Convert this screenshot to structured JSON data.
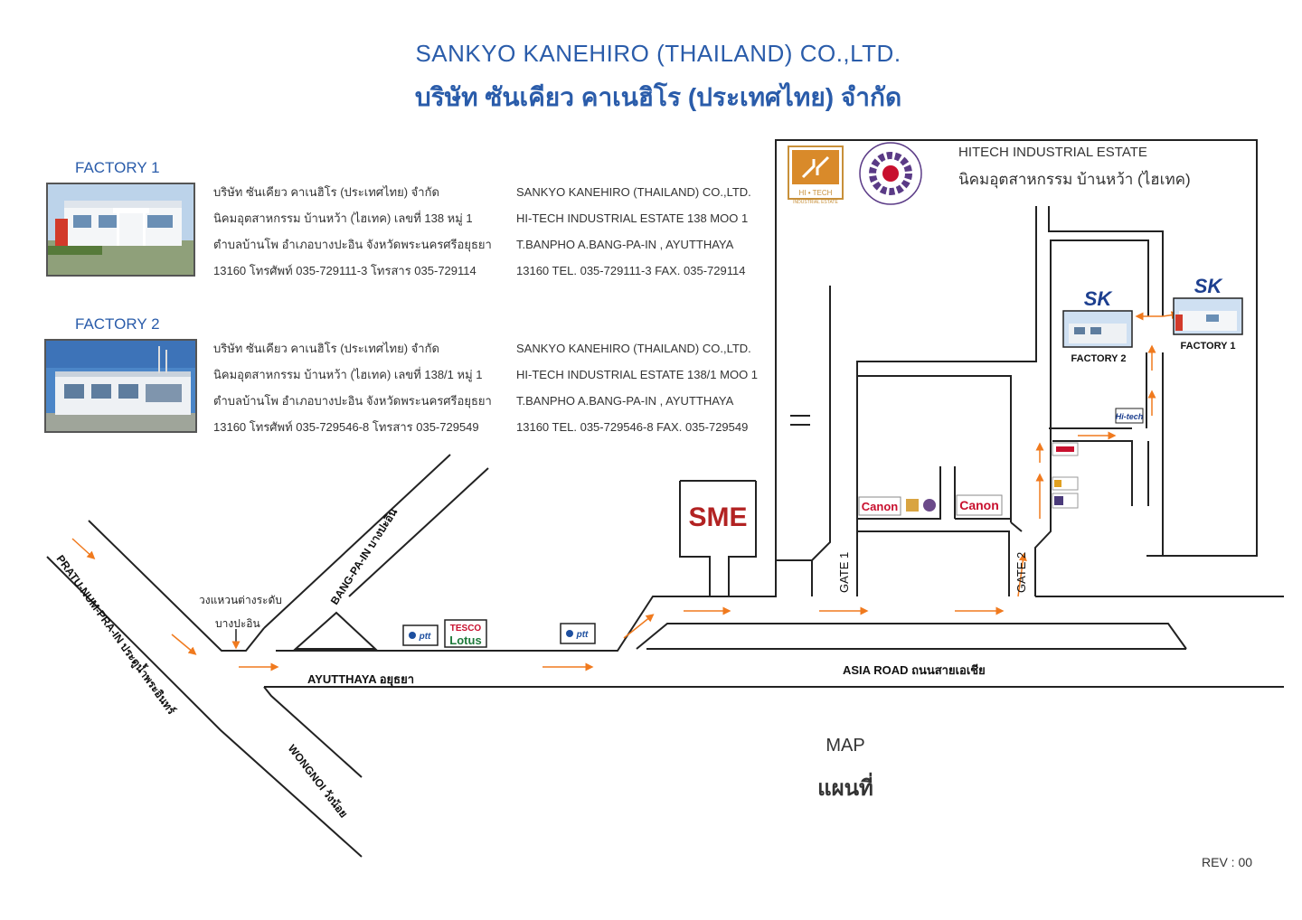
{
  "header": {
    "title_en": "SANKYO KANEHIRO (THAILAND) CO.,LTD.",
    "title_th": "บริษัท ซันเคียว คาเนฮิโร (ประเทศไทย) จำกัด"
  },
  "factory1": {
    "heading": "FACTORY 1",
    "th_lines": [
      "บริษัท ซันเคียว คาเนฮิโร (ประเทศไทย) จำกัด",
      "นิคมอุตสาหกรรม บ้านหว้า (ไฮเทค)    เลขที่  138  หมู่ 1",
      "ตำบลบ้านโพ  อำเภอบางปะอิน  จังหวัดพระนครศรีอยุธยา",
      "13160  โทรศัพท์ 035-729111-3  โทรสาร 035-729114"
    ],
    "en_lines": [
      "SANKYO KANEHIRO (THAILAND) CO.,LTD.",
      "HI-TECH INDUSTRIAL ESTATE  138  MOO 1",
      "T.BANPHO  A.BANG-PA-IN , AYUTTHAYA",
      "13160  TEL. 035-729111-3  FAX. 035-729114"
    ]
  },
  "factory2": {
    "heading": "FACTORY 2",
    "th_lines": [
      "บริษัท ซันเคียว คาเนฮิโร (ประเทศไทย) จำกัด",
      "นิคมอุตสาหกรรม บ้านหว้า (ไฮเทค)    เลขที่  138/1  หมู่ 1",
      "ตำบลบ้านโพ  อำเภอบางปะอิน  จังหวัดพระนครศรีอยุธยา",
      "13160  โทรศัพท์ 035-729546-8  โทรสาร 035-729549"
    ],
    "en_lines": [
      "SANKYO KANEHIRO (THAILAND) CO.,LTD.",
      "HI-TECH INDUSTRIAL ESTATE  138/1  MOO 1",
      "T.BANPHO  A.BANG-PA-IN , AYUTTHAYA",
      "13160  TEL. 035-729546-8  FAX. 035-729549"
    ]
  },
  "estate": {
    "name_en": "HITECH INDUSTRIAL ESTATE",
    "name_th": "นิคมอุตสาหกรรม บ้านหว้า (ไฮเทค)",
    "logo_text": "HI • TECH",
    "logo_sub": "INDUSTRIAL ESTATE"
  },
  "map": {
    "roads": {
      "asia_road": "ASIA ROAD  ถนนสายเอเชีย",
      "ayutthaya": "AYUTTHAYA  อยุธยา",
      "bang_pa_in": "BANG-PA-IN  บางปะอิน",
      "pratu_num": "PRATU-NUM-PRA-IN  ประตูน้ำพระอินทร์",
      "wongnoi": "WONGNOI  วังน้อย",
      "interchange_line1": "วงแหวนต่างระดับ",
      "interchange_line2": "บางปะอิน"
    },
    "gates": {
      "gate1": "GATE 1",
      "gate2": "GATE 2"
    },
    "landmarks": {
      "sme": "SME",
      "canon": "Canon",
      "ptt": "ptt",
      "tesco_line1": "TESCO",
      "tesco_line2": "Lotus",
      "sk_logo": "SK",
      "factory1_label": "FACTORY 1",
      "factory2_label": "FACTORY 2",
      "hitech_small": "Hi-tech"
    },
    "colors": {
      "road": "#222222",
      "arrow": "#f07a1e",
      "title": "#2a5caa",
      "sme": "#b22222",
      "canon": "#c8102e",
      "sk": "#1d3f8f"
    }
  },
  "footer": {
    "map_en": "MAP",
    "map_th": "แผนที่",
    "revision": "REV : 00"
  }
}
